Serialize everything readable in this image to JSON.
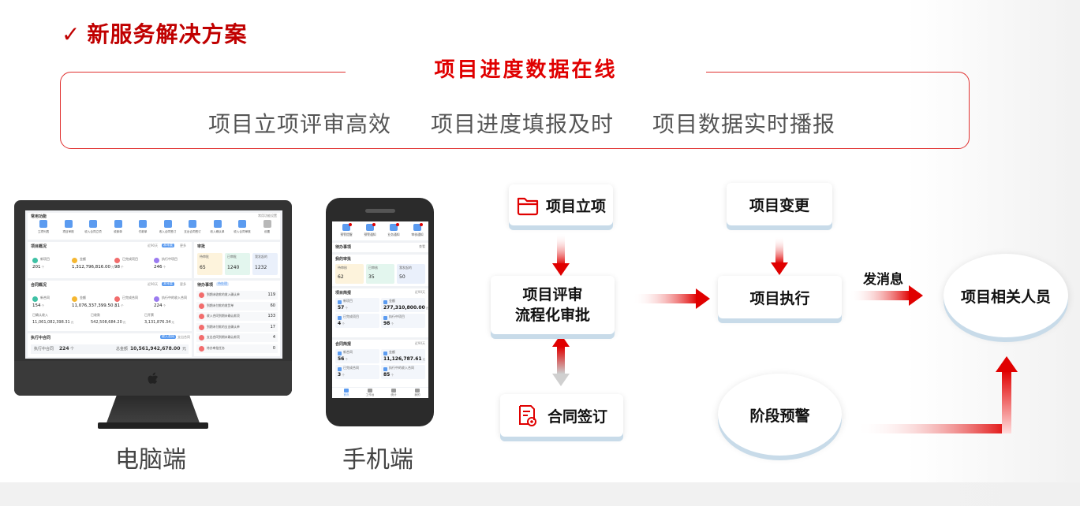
{
  "title": "新服务解决方案",
  "banner": "项目进度数据在线",
  "features": [
    "项目立项评审高效",
    "项目进度填报及时",
    "项目数据实时播报"
  ],
  "devices": {
    "pc": "电脑端",
    "mobile": "手机端"
  },
  "flow": {
    "approval": "项目立项",
    "review_line1": "项目评审",
    "review_line2": "流程化审批",
    "contract": "合同签订",
    "change": "项目变更",
    "execution": "项目执行",
    "message": "发消息",
    "people": "项目相关人员",
    "warning": "阶段预警"
  },
  "pc_ui": {
    "common_functions": "常用功能",
    "settings_link": "常用功能设置",
    "shortcuts": [
      "立项列表",
      "项目审核",
      "收入合同立项",
      "收款单",
      "付款单",
      "收入合同签订",
      "支出合同签订",
      "收入确认单",
      "收入合同审核",
      "设置"
    ],
    "project_overview": "项目概况",
    "tag_year": "近90天",
    "tag_btn": "本年度",
    "tag_more": "更多",
    "stats_projects": [
      {
        "label": "新项目",
        "value": "201",
        "unit": "个"
      },
      {
        "label": "金额",
        "value": "1,312,796,816.00",
        "unit": "元"
      },
      {
        "label": "已完成项目",
        "value": "98",
        "unit": "个"
      },
      {
        "label": "执行中项目",
        "value": "246",
        "unit": "个"
      }
    ],
    "approval_section": "审批",
    "approval_tiles": [
      {
        "label": "待审批",
        "value": "65"
      },
      {
        "label": "已审批",
        "value": "1240"
      },
      {
        "label": "我发起的",
        "value": "1232"
      }
    ],
    "contract_overview": "合同概况",
    "stats_contracts": [
      {
        "label": "新合同",
        "value": "154",
        "unit": "个"
      },
      {
        "label": "金额",
        "value": "11,076,337,399.50",
        "unit": "元"
      },
      {
        "label": "已完成合同",
        "value": "31",
        "unit": "个"
      },
      {
        "label": "执行中的收入合同",
        "value": "224",
        "unit": "个"
      }
    ],
    "contract_amounts": [
      {
        "label": "已确认收入",
        "value": "11,061,082,398.31",
        "unit": "元"
      },
      {
        "label": "已收款",
        "value": "542,508,684.20",
        "unit": "元"
      },
      {
        "label": "已开票",
        "value": "3,131,876.34",
        "unit": "元"
      }
    ],
    "todo_title": "待办事项",
    "todo_badge": "待处理",
    "todos": [
      {
        "label": "到期未收款的收入确认单",
        "count": "119"
      },
      {
        "label": "到期未付款的收货单",
        "count": "60"
      },
      {
        "label": "收入合同到期未确认款项",
        "count": "133"
      },
      {
        "label": "到期未付款的支出确认单",
        "count": "17"
      },
      {
        "label": "支出合同到期未确认款项",
        "count": "4"
      },
      {
        "label": "待办审批任务",
        "count": "0"
      }
    ],
    "executing_contracts": "执行中合同",
    "exec_tag": "收入合同",
    "exec_tag2": "支出合同",
    "exec_count_label": "执行中合同",
    "exec_count": "224",
    "exec_count_unit": "个",
    "exec_amount_label": "总金额",
    "exec_amount": "10,561,942,678.00",
    "exec_amount_unit": "元"
  },
  "mobile_ui": {
    "top_icons": [
      "预警提醒",
      "预警通知",
      "业务通知",
      "审核通知"
    ],
    "todo": "待办事项",
    "todo_more": "查看",
    "my_approval": "我的审批",
    "approval_tiles": [
      {
        "label": "待审核",
        "value": "62"
      },
      {
        "label": "已审核",
        "value": "35"
      },
      {
        "label": "我发起的",
        "value": "50"
      }
    ],
    "project_overview": "项目简报",
    "period": "近90天",
    "project_stats": [
      {
        "label": "新项目",
        "value": "57",
        "unit": "个"
      },
      {
        "label": "金额",
        "value": "277,310,800.00",
        "unit": "元"
      },
      {
        "label": "已完成项目",
        "value": "4",
        "unit": "个"
      },
      {
        "label": "执行中项目",
        "value": "98",
        "unit": "个"
      }
    ],
    "contract_overview": "合同简报",
    "contract_stats": [
      {
        "label": "新合同",
        "value": "56",
        "unit": "个"
      },
      {
        "label": "金额",
        "value": "11,126,787.61",
        "unit": "元"
      },
      {
        "label": "已完成合同",
        "value": "3",
        "unit": "个"
      },
      {
        "label": "执行中的收入合同",
        "value": "85",
        "unit": "个"
      }
    ],
    "tabbar": [
      "首页",
      "工作台",
      "统计",
      "我的"
    ]
  },
  "colors": {
    "brand_red": "#e00000",
    "frame_red": "#e0302f",
    "box_shadow": "#c8dbe9",
    "icon_blue": "#5b9bf0"
  }
}
